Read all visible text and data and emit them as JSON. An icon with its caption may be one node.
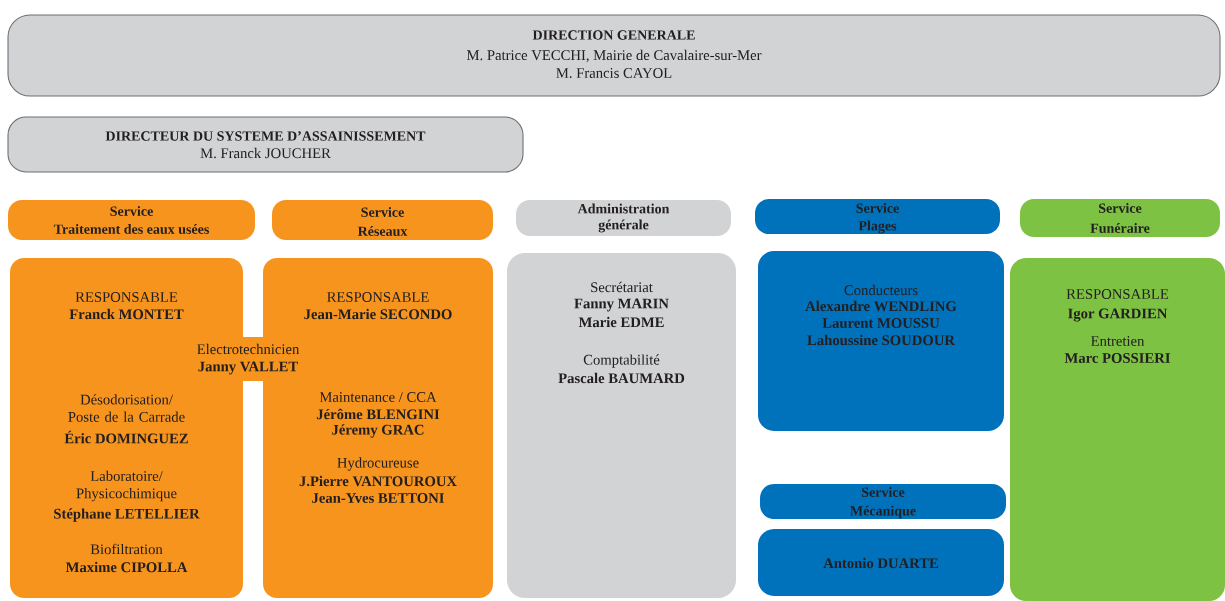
{
  "diagram": {
    "nodes": [
      {
        "text": [
          "DIRECTION GENERALE",
          "M. Patrice VECCHI, Mairie de Cavalaire-sur-Mer",
          "M. Francis CAYOL"
        ]
      },
      {
        "text": [
          "DIRECTEUR DU SYSTEME D’ASSAINISSEMENT",
          "M. Franck JOUCHER"
        ]
      },
      {
        "text": [
          "Service",
          "Traitement des eaux usées"
        ]
      },
      {
        "text": [
          "Service",
          "Réseaux"
        ]
      },
      {
        "text": [
          "Administration générale"
        ]
      },
      {
        "text": [
          "Service",
          "Plages"
        ]
      },
      {
        "text": [
          "Service",
          "Funéraire"
        ]
      },
      {
        "text": [
          "RESPONSABLE",
          "Franck MONTET",
          "Désodorisation/ Poste de la Carrade",
          "Éric DOMINGUEZ",
          "Laboratoire/ Physicochimique",
          "Stéphane LETELLIER",
          "Biofiltration",
          "Maxime CIPOLLA"
        ]
      },
      {
        "text": [
          "RESPONSABLE",
          "Jean-Marie SECONDO",
          "Maintenance / CCA",
          "Jérôme BLENGINI",
          "Jéremy GRAC",
          "Hydrocureuse",
          "J.Pierre VANTOUROUX",
          "Jean-Yves BETTONI"
        ]
      },
      {
        "text": [
          "Electrotechnicien",
          "Janny VALLET"
        ]
      },
      {
        "text": [
          "Secrétariat",
          "Fanny MARIN",
          "Marie EDME",
          "Comptabilité",
          "Pascale BAUMARD"
        ]
      },
      {
        "text": [
          "Conducteurs",
          "Alexandre WENDLING",
          "Laurent MOUSSU",
          "Lahoussine SOUDOUR"
        ]
      },
      {
        "text": [
          "Service",
          "Mécanique"
        ]
      },
      {
        "text": [
          "Antonio DUARTE"
        ]
      },
      {
        "text": [
          "RESPONSABLE",
          "Igor GARDIEN",
          "Entretien",
          "Marc POSSIERI"
        ]
      }
    ]
  }
}
